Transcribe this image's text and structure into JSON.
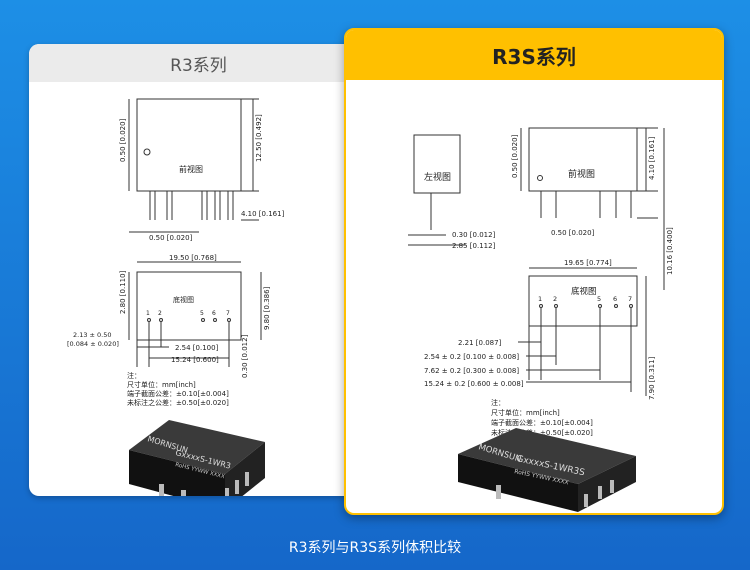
{
  "left": {
    "title": "R3系列",
    "front_label": "前视图",
    "bottom_label": "底视图",
    "dims": {
      "d050": "0.50 [0.020]",
      "d1250": "12.50 [0.492]",
      "d410": "4.10 [0.161]",
      "d050b": "0.50 [0.020]",
      "d1950": "19.50 [0.768]",
      "d280": "2.80 [0.110]",
      "d980": "9.80 [0.386]",
      "d213a": "2.13 ± 0.50",
      "d213b": "[0.084 ± 0.020]",
      "d254": "2.54 [0.100]",
      "d1524": "15.24 [0.600]",
      "d030": "0.30 [0.012]"
    },
    "pins": [
      "1",
      "2",
      "5",
      "6",
      "7"
    ],
    "notes": [
      "注：",
      "尺寸单位：mm[inch]",
      "端子截面公差：±0.10[±0.004]",
      "未标注之公差：±0.50[±0.020]"
    ],
    "product": {
      "brand": "MORNSUN",
      "model": "GxxxxS-1WR3",
      "sub": "RoHS YYWW XXXX"
    }
  },
  "right": {
    "title": "R3S系列",
    "side_label": "左视图",
    "front_label": "前视图",
    "bottom_label": "底视图",
    "dims": {
      "d050": "0.50 [0.020]",
      "d410": "4.10 [0.161]",
      "d030": "0.30 [0.012]",
      "d285": "2.85 [0.112]",
      "d050b": "0.50 [0.020]",
      "d1016": "10.16 [0.400]",
      "d1965": "19.65 [0.774]",
      "d221": "2.21 [0.087]",
      "d254": "2.54 ± 0.2 [0.100 ± 0.008]",
      "d762": "7.62 ± 0.2 [0.300 ± 0.008]",
      "d1524": "15.24 ± 0.2 [0.600 ± 0.008]",
      "d790": "7.90 [0.311]"
    },
    "pins": [
      "1",
      "2",
      "5",
      "6",
      "7"
    ],
    "notes": [
      "注：",
      "尺寸单位：mm[inch]",
      "端子截面公差：±0.10[±0.004]",
      "未标注之公差：±0.50[±0.020]"
    ],
    "product": {
      "brand": "MORNSUN",
      "model": "GxxxxS-1WR3S",
      "sub": "RoHS YYWW XXXX"
    }
  },
  "caption": "R3系列与R3S系列体积比较"
}
